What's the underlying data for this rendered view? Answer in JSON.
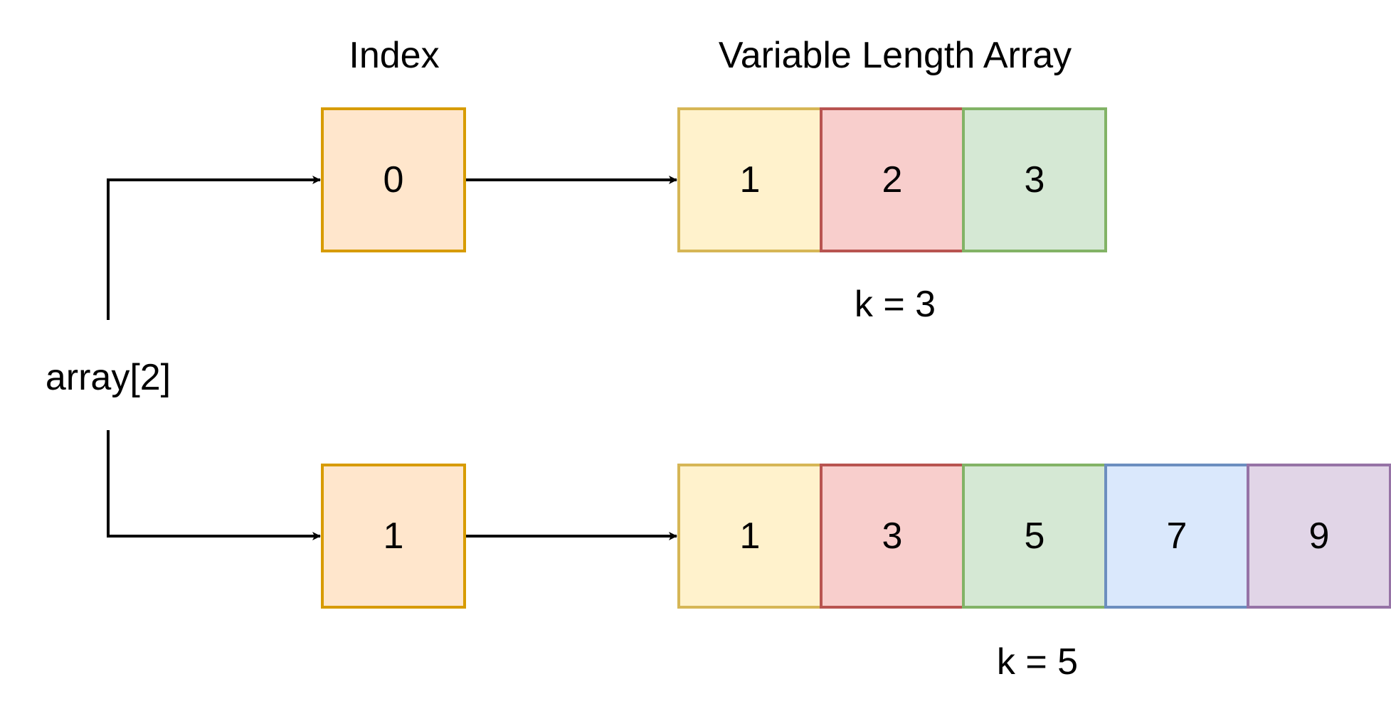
{
  "headings": {
    "index": "Index",
    "variable_length_array": "Variable Length Array"
  },
  "pointer_label": "array[2]",
  "rows": [
    {
      "index_value": "0",
      "cells": [
        "1",
        "2",
        "3"
      ],
      "length_label": "k = 3"
    },
    {
      "index_value": "1",
      "cells": [
        "1",
        "3",
        "5",
        "7",
        "9"
      ],
      "length_label": "k = 5"
    }
  ],
  "colors": {
    "index_fill": "#ffe6cc",
    "index_stroke": "#d79b00",
    "arrow": "#000000",
    "cell_palette": [
      {
        "fill": "#fff2cc",
        "stroke": "#d6b656"
      },
      {
        "fill": "#f8cecc",
        "stroke": "#b85450"
      },
      {
        "fill": "#d5e8d4",
        "stroke": "#82b366"
      },
      {
        "fill": "#dae8fc",
        "stroke": "#6c8ebf"
      },
      {
        "fill": "#e1d5e7",
        "stroke": "#9673a6"
      }
    ]
  }
}
